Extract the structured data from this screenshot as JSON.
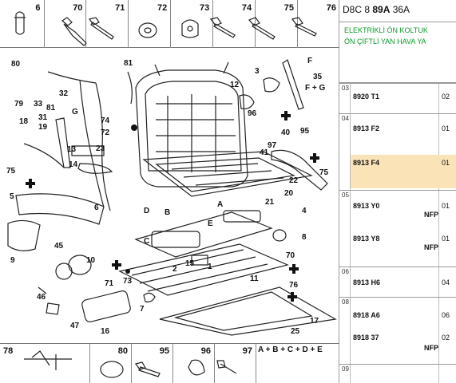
{
  "top_callouts": [
    "6",
    "70",
    "71",
    "72",
    "73",
    "74",
    "75",
    "76"
  ],
  "bottom_callouts": [
    "78",
    "80",
    "95",
    "96",
    "97",
    "A + B + C + D + E"
  ],
  "diagram_labels": {
    "l80": "80",
    "l79": "79",
    "l33": "33",
    "l81a": "81",
    "l32": "32",
    "l81b": "81",
    "lF": "F",
    "l35": "35",
    "lFG": "F + G",
    "l3": "3",
    "l12": "12",
    "l96": "96",
    "l40": "40",
    "l95": "95",
    "lG": "G",
    "l74": "74",
    "l72": "72",
    "l18": "18",
    "l31": "31",
    "l19": "19",
    "l23": "23",
    "l97": "97",
    "l41": "41",
    "l13": "13",
    "l14": "14",
    "l75a": "75",
    "l5": "5",
    "l6": "6",
    "l75b": "75",
    "l22": "22",
    "l20": "20",
    "l21": "21",
    "l4": "4",
    "lD": "D",
    "lB": "B",
    "lA": "A",
    "l8": "8",
    "l9": "9",
    "l45": "45",
    "lC": "C",
    "lE": "E",
    "l2": "2",
    "l15": "15",
    "l10": "10",
    "l70": "70",
    "l1": "1",
    "l71": "71",
    "l73": "73",
    "l76": "76",
    "l46": "46",
    "l47": "47",
    "l16": "16",
    "l7": "7",
    "l25": "25",
    "l17": "17",
    "l11": "11"
  },
  "panel": {
    "header_prefix": "D8C 8 ",
    "header_bold": "89A",
    "header_suffix": " 36A",
    "desc_line1": "ELEKTRİKLİ ÖN KOLTUK",
    "desc_line2": "ÖN ÇİFTLİ YAN HAVA YA",
    "groups": [
      {
        "num": "03"
      },
      {
        "num": "04"
      },
      {
        "num": "05"
      },
      {
        "num": "06"
      },
      {
        "num": "08"
      },
      {
        "num": "09"
      }
    ],
    "rows": [
      {
        "ref": "8920 T1",
        "qty": "02",
        "nfp": ""
      },
      {
        "ref": "8913 F2",
        "qty": "01",
        "nfp": ""
      },
      {
        "ref": "8913 F4",
        "qty": "01",
        "nfp": ""
      },
      {
        "ref": "8913 Y0",
        "qty": "01",
        "nfp": "NFP"
      },
      {
        "ref": "8913 Y8",
        "qty": "01",
        "nfp": "NFP"
      },
      {
        "ref": "8913 H6",
        "qty": "04",
        "nfp": ""
      },
      {
        "ref": "8918 A6",
        "qty": "06",
        "nfp": ""
      },
      {
        "ref": "8918 37",
        "qty": "02",
        "nfp": "NFP"
      }
    ]
  }
}
